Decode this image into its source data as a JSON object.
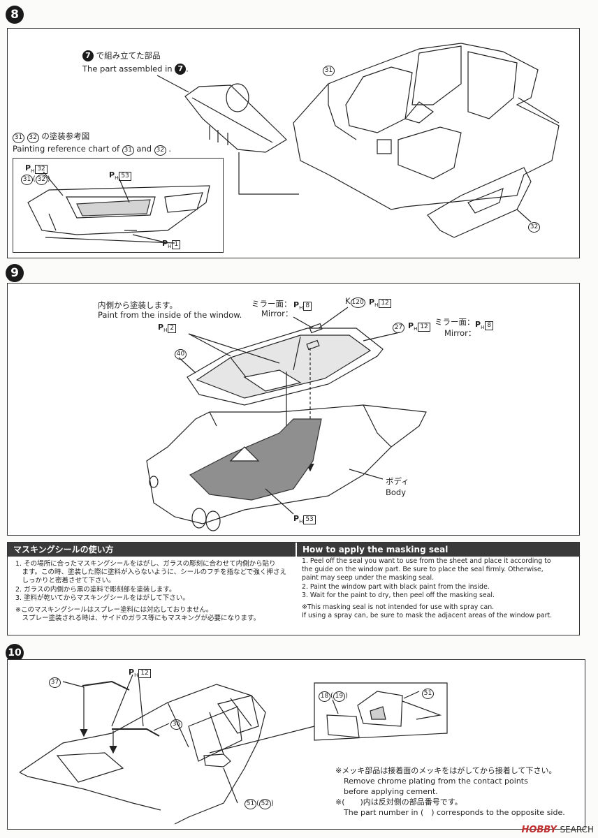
{
  "step8": {
    "number": "8",
    "assembled_jp": "で組み立てた部品",
    "assembled_en": "The part assembled in",
    "step_ref": "7",
    "painting_jp": "の塗装参考図",
    "painting_en_pre": "Painting reference chart of",
    "painting_en_and": "and",
    "parts": [
      "31",
      "32"
    ],
    "ph32_code": "32",
    "ph53_code": "53",
    "ph1_code": "1",
    "label_31_32": "31",
    "label_31_32_paren": "32",
    "label_31": "31",
    "label_32": "32"
  },
  "step9": {
    "number": "9",
    "inside_jp": "内側から塗装します。",
    "inside_en": "Paint from the inside of the window.",
    "mirror_jp": "ミラー面：",
    "mirror_en": "Mirror：",
    "mirror_code": "8",
    "k_label": "K",
    "k_part": "120",
    "k_code": "12",
    "ph2_code": "2",
    "part40": "40",
    "part27": "27",
    "part27_code": "12",
    "body_jp": "ボディ",
    "body_en": "Body",
    "ph53_code": "53"
  },
  "masking": {
    "jp_title": "マスキングシールの使い方",
    "en_title": "How to apply the masking seal",
    "jp_items": [
      "1. その場所に合ったマスキングシールをはがし、ガラスの彫刻に合わせて内側から貼り",
      "　ます。この時、塗装した際に塗料が入らないように、シールのフチを指などで強く押さえ",
      "　しっかりと密着させて下さい。",
      "2. ガラスの内側から黒の塗料で彫刻部を塗装します。",
      "3. 塗料が乾いてからマスキングシールをはがして下さい。"
    ],
    "jp_note": [
      "※このマスキングシールはスプレー塗料には対応しておりません。",
      "　スプレー塗装される時は、サイドのガラス等にもマスキングが必要になります。"
    ],
    "en_items": [
      "1. Peel off the seal you want to use from the sheet and place it according to",
      "    the guide on the window part. Be sure to place the seal firmly. Otherwise,",
      "    paint may seep under the masking seal.",
      "2. Paint the window part with black paint from the inside.",
      "3. Wait for the paint to dry, then peel off the masking seal."
    ],
    "en_note": [
      "※This masking seal is not intended for use with spray can.",
      "  If using a spray can, be sure to mask the adjacent areas of the window part."
    ]
  },
  "step10": {
    "number": "10",
    "part37": "37",
    "part36": "36",
    "ph12_code": "12",
    "part18": "18",
    "part19": "19",
    "part51": "51",
    "part51b": "51",
    "part52": "52",
    "chrome_jp": "※メッキ部品は接着面のメッキをはがしてから接着して下さい。",
    "chrome_en1": "Remove chrome plating from the contact points",
    "chrome_en2": "before applying cement.",
    "opp_jp": "※(　　)内は反対側の部品番号です。",
    "opp_en": "The part number in (　) corresponds to the opposite side."
  },
  "watermark": {
    "brand": "HOBBY",
    "suffix": "SEARCH"
  }
}
